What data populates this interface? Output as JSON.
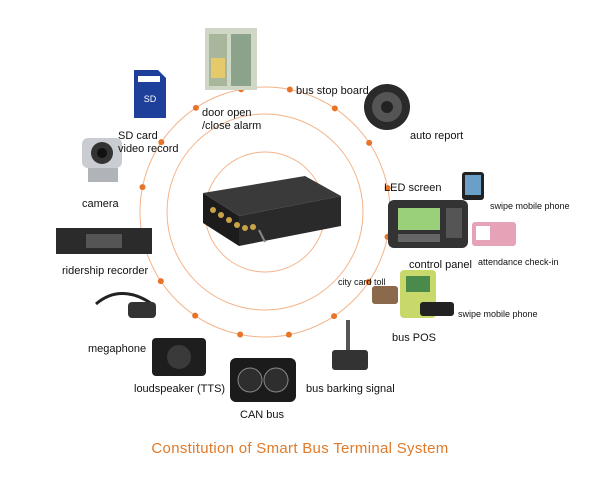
{
  "title": "Constitution of Smart Bus Terminal System",
  "labels": {
    "bus_stop_board": "bus stop board",
    "door_alarm": "door open\n/close alarm",
    "auto_report": "auto report",
    "sd_card": "SD card\nvideo record",
    "led_screen": "LED screen",
    "swipe_phone_1": "swipe mobile phone",
    "camera": "camera",
    "control_panel": "control panel",
    "attendance": "attendance check-in",
    "ridership": "ridership recorder",
    "city_card": "city card toll",
    "swipe_phone_2": "swipe mobile phone",
    "bus_pos": "bus POS",
    "megaphone": "megaphone",
    "loudspeaker": "loudspeaker (TTS)",
    "braking": "bus barking signal",
    "can_bus": "CAN bus"
  },
  "colors": {
    "accent": "#e07a2a",
    "ring": "#f0a070",
    "dot": "#e8742a"
  }
}
